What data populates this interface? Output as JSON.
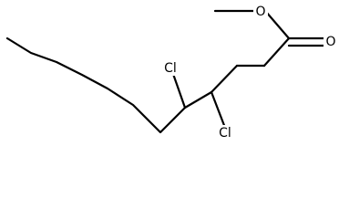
{
  "molecule": {
    "atoms": {
      "ester_oxygen": "O",
      "carbonyl_oxygen": "O",
      "chlorine_upper": "Cl",
      "chlorine_lower": "Cl"
    }
  }
}
